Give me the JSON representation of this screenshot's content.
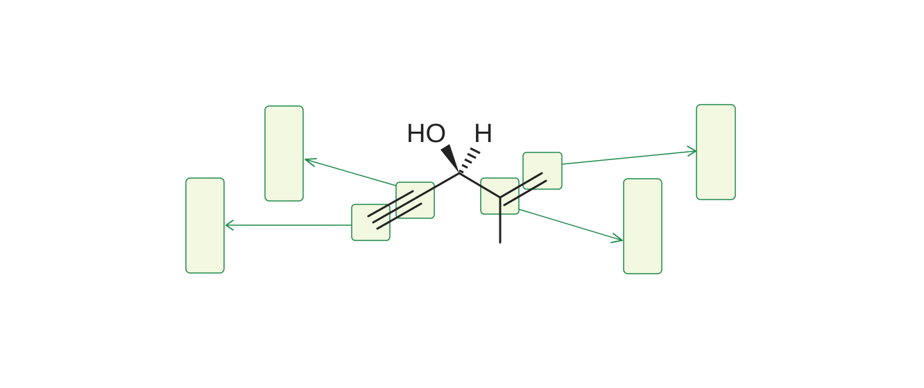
{
  "molecule": {
    "atom_labels": {
      "hydroxyl": "HO",
      "hydrogen": "H"
    }
  },
  "colors": {
    "callout_fill": "#f3f8e1",
    "callout_stroke": "#1e8a4c",
    "bond": "#222222"
  },
  "callouts": [
    {
      "id": "callout-upper-left",
      "text": ""
    },
    {
      "id": "callout-far-left",
      "text": ""
    },
    {
      "id": "callout-upper-right",
      "text": ""
    },
    {
      "id": "callout-lower-right",
      "text": ""
    }
  ]
}
